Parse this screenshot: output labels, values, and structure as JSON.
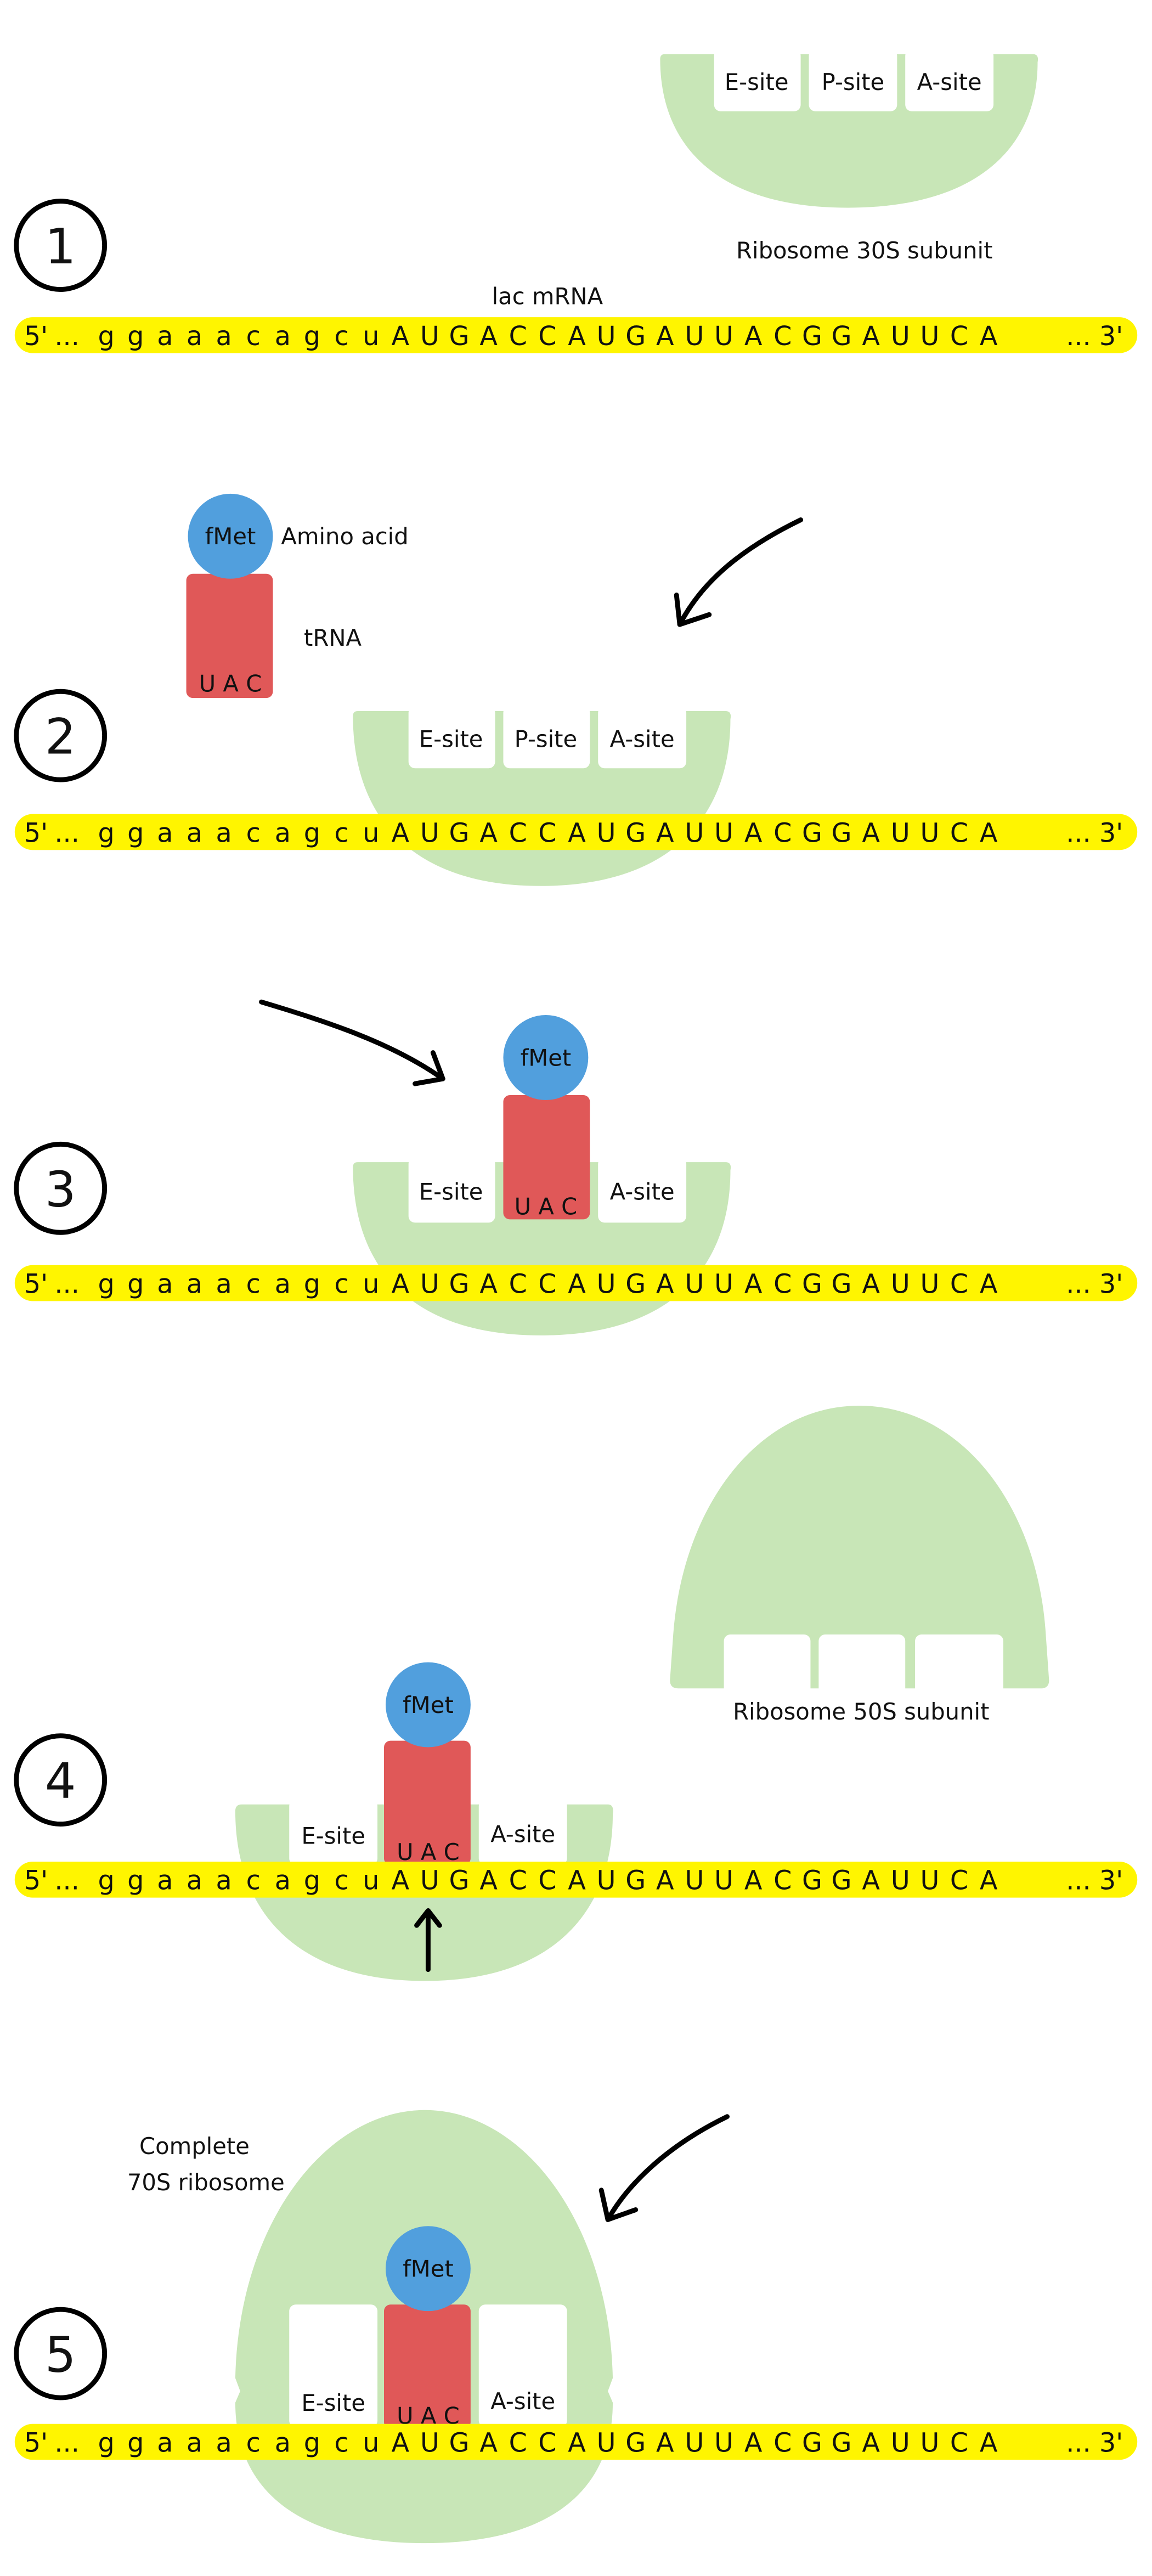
{
  "colors": {
    "ribosome": "#c8e6b7",
    "trna": "#e05858",
    "amino_acid": "#519fdd",
    "mrna": "#fff500"
  },
  "mrna": {
    "five_prime": "5'",
    "ellipsis": "...",
    "three_prime": "3'",
    "bases": [
      "g",
      "g",
      "a",
      "a",
      "a",
      "c",
      "a",
      "g",
      "c",
      "u",
      "A",
      "U",
      "G",
      "A",
      "C",
      "C",
      "A",
      "U",
      "G",
      "A",
      "U",
      "U",
      "A",
      "C",
      "G",
      "G",
      "A",
      "U",
      "U",
      "C",
      "A"
    ]
  },
  "sites": {
    "e": "E-site",
    "p": "P-site",
    "a": "A-site"
  },
  "step1": {
    "number": "1",
    "ribosome_label": "Ribosome 30S subunit",
    "mrna_label": "lac mRNA"
  },
  "step2": {
    "number": "2",
    "amino_acid": "fMet",
    "amino_acid_label": "Amino acid",
    "trna_label": "tRNA",
    "anticodon": "U  A  C"
  },
  "step3": {
    "number": "3",
    "amino_acid": "fMet",
    "anticodon": "U  A  C"
  },
  "step4": {
    "number": "4",
    "amino_acid": "fMet",
    "anticodon": "U  A  C",
    "ribosome_label": "Ribosome 50S subunit"
  },
  "step5": {
    "number": "5",
    "amino_acid": "fMet",
    "anticodon": "U  A  C",
    "label_line1": "Complete",
    "label_line2": "70S ribosome"
  }
}
